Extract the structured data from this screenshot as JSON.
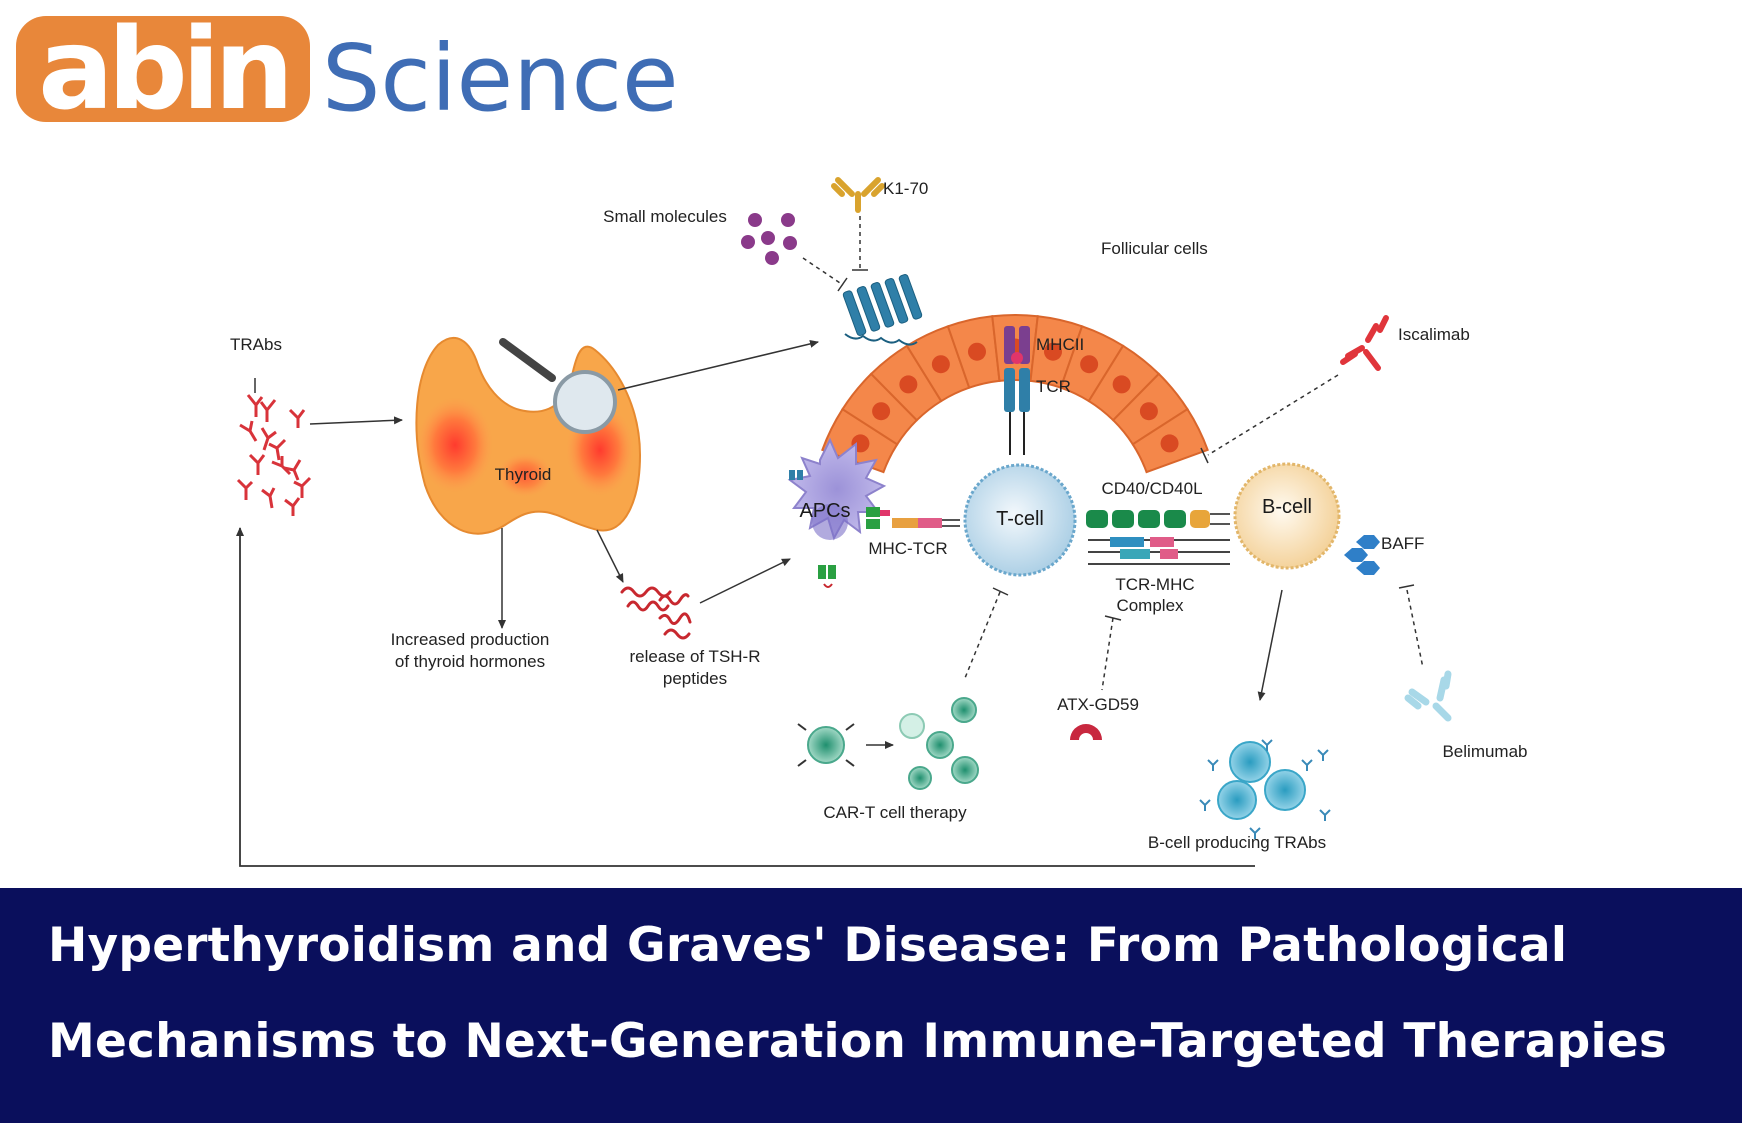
{
  "logo": {
    "brand_word": "abin",
    "science_word": "Science",
    "colors": {
      "orange": "#e8873a",
      "blue": "#3f6db5"
    }
  },
  "diagram": {
    "labels": {
      "trabs": "TRAbs",
      "thyroid": "Thyroid",
      "increased_production_1": "Increased production",
      "increased_production_2": "of thyroid hormones",
      "release_tshr_1": "release of TSH-R",
      "release_tshr_2": "peptides",
      "small_molecules": "Small molecules",
      "k170": "K1-70",
      "follicular_cells": "Follicular cells",
      "mhcii": "MHCII",
      "tcr": "TCR",
      "iscalimab": "Iscalimab",
      "apcs": "APCs",
      "mhc_tcr": "MHC-TCR",
      "tcell": "T-cell",
      "cd40": "CD40/CD40L",
      "bcell": "B-cell",
      "baff": "BAFF",
      "tcr_mhc_1": "TCR-MHC",
      "tcr_mhc_2": "Complex",
      "atx": "ATX-GD59",
      "car_t": "CAR-T cell therapy",
      "belimumab": "Belimumab",
      "bcell_producing": "B-cell producing TRAbs"
    }
  },
  "banner": {
    "line1": "Hyperthyroidism and Graves' Disease: From Pathological",
    "line2": "Mechanisms to Next-Generation Immune-Targeted Therapies",
    "background": "#0a0f5c"
  }
}
